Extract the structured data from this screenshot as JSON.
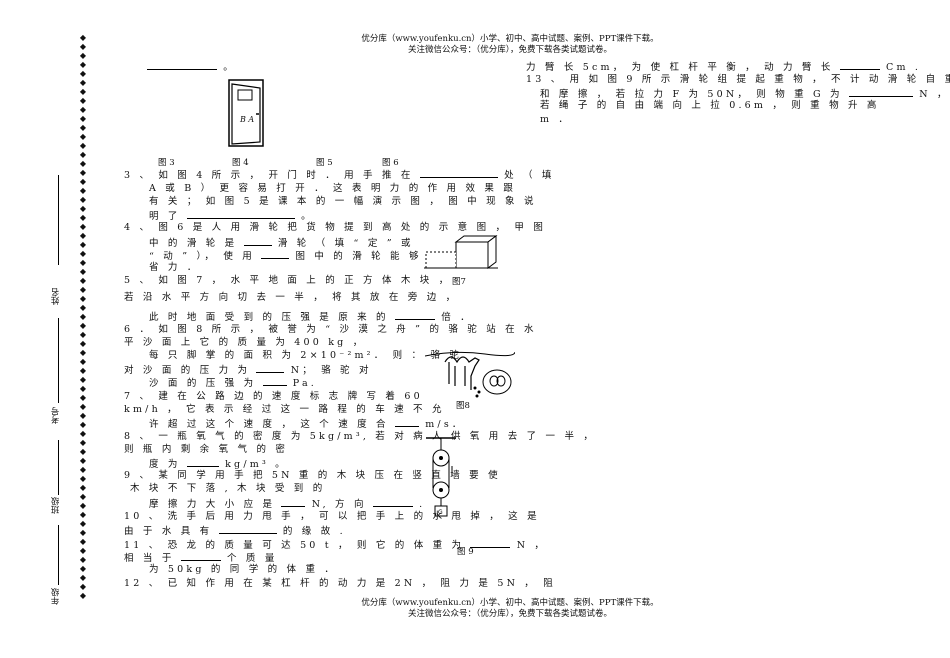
{
  "header": {
    "line1": "优分库（www.youfenku.cn）小学、初中、高中试题、案例、PPT课件下载。",
    "line2": "关注微信公众号：（优分库），免费下载各类试题试卷。"
  },
  "footer": {
    "line1": "优分库（www.youfenku.cn）小学、初中、高中试题、案例、PPT课件下载。",
    "line2": "关注微信公众号：（优分库），免费下载各类试题试卷。"
  },
  "side": {
    "name": "姓名",
    "exam_no": "考号",
    "class": "班级",
    "grade": "年级"
  },
  "left": {
    "top_tail": "。",
    "figure_labels": [
      "图 3",
      "图 4",
      "图 5",
      "图 6"
    ],
    "door_label": "B A",
    "q3": {
      "l1a": "3 、 如 图 4 所 示 ， 开 门 时 ． 用 手 推 在",
      "l1b": "处 （ 填",
      "l2": "A 或 B ） 更 容 易 打 开 ． 这 表 明 力 的 作 用 效 果 跟",
      "l3": "有 关 ； 如 图 5 是 课 本 的 一 幅 演 示 图 ， 图 中 现 象 说",
      "l4a": "明 了",
      "l4b": "。"
    },
    "q4": {
      "l1": "4 、 图 6 是 人 用 滑 轮 把 货 物 提 到 高 处 的 示 意 图 ， 甲 图",
      "l2a": "中 的 滑 轮 是",
      "l2b": "滑 轮 （ 填 “ 定 ” 或",
      "l3a": "“ 动 ” ）， 使 用",
      "l3b": "图 中 的 滑 轮 能 够",
      "l4": "省 力 ．"
    },
    "q5": {
      "l1": "5 、 如 图 7 ， 水 平 地 面 上 的 正 方 体 木 块 ，",
      "l2": "若 沿 水 平 方 向 切 去 一 半 ， 将 其 放 在 旁 边 ，",
      "l3a": "此 时 地 面 受 到 的 压 强 是 原 来 的",
      "l3b": "倍 ．",
      "fig": "图7"
    },
    "q6": {
      "l1": "6 ． 如 图 8 所 示 ， 被 誉 为 “ 沙 漠 之 舟 ” 的 骆 驼 站 在 水",
      "l2": "平 沙 面 上 它 的 质 量 为 400 kg ，",
      "l3a": "每 只 脚 掌 的 面 积 为 2×10⁻²m²． 则 ： 骆 驼",
      "l4a": "对 沙 面 的 压 力 为",
      "l4b": "N； 骆 驼 对",
      "l5a": "沙 面 的 压 强 为",
      "l5b": "Pa.",
      "fig": "图8"
    },
    "q7": {
      "l1": "7 、 建 在 公 路 边 的 速 度 标 志 牌 写 着 60",
      "l2": "km/h ， 它 表 示 经 过 这 一 路 程 的 车 速 不 允",
      "l3a": "许 超 过 这 个 速 度 ， 这 个 速 度 合",
      "l3b": "m/s．"
    },
    "q8": {
      "l1": "8 、 一 瓶 氧 气 的 密 度 为 5kg/m³, 若 对 病 人 供 氧 用 去 了 一 半 ，",
      "l2": "则 瓶 内 剩 余 氧 气 的 密",
      "l3a": "度 为",
      "l3b": "kg/m³ 。"
    },
    "q9": {
      "l1": "9 、 某 同 学 用 手 把 5N 重 的 木 块 压 在 竖 直 墙           要 使",
      "l2": "木 块 不 下 落 , 木 块 受 到 的",
      "l3a": "摩 擦 力 大 小 应 是",
      "l3b": "N, 方 向",
      "l3c": "."
    },
    "q10": {
      "l1": "10 、 洗 手 后 用 力 甩 手 ， 可 以 把 手 上 的 水 甩 掉 ， 这 是",
      "l2a": "由 于 水 具 有",
      "l2b": "的 缘 故 ."
    },
    "q11": {
      "l1a": "11 、 恐 龙 的 质 量 可 达 50 t ， 则 它 的 体 重 为",
      "l1b": "N ，",
      "l2a": "相 当 于",
      "l2b": "个 质 量",
      "l3": "为 50kg 的 同 学 的 体 重 ．",
      "fig": "图 9"
    },
    "q12": {
      "l1": "12 、 已 知 作 用 在 某 杠 杆 的 动 力 是 2N ， 阻 力 是 5N ， 阻"
    }
  },
  "right": {
    "l1a": "力 臂 长 5cm， 为 使 杠 杆 平 衡 ， 动 力 臂 长",
    "l1b": "Cm .",
    "q13": {
      "l1": "13 、 用 如 图 9 所 示 滑 轮 组 提 起 重 物 ， 不 计 动 滑 轮 自 重",
      "l2a": "和 摩 擦 ， 若 拉 力 F 为 50N， 则 物 重 G 为",
      "l2b": "N ，",
      "l3": "若 绳 子 的 自 由 端 向 上 拉 0.6m ， 则 重 物 升 高",
      "l4": "m ．"
    }
  }
}
